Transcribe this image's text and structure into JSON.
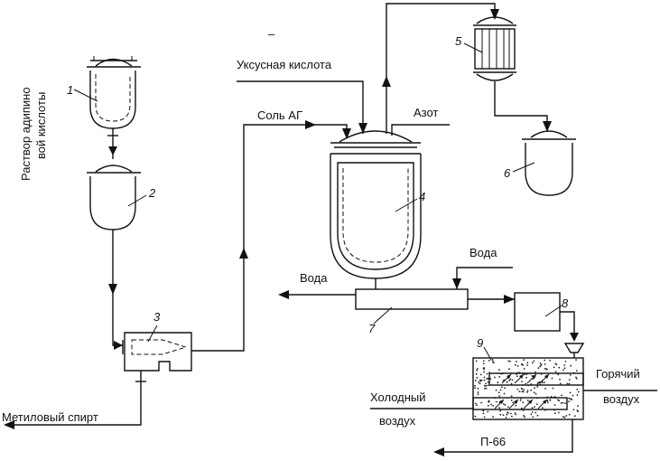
{
  "labels": {
    "adipic_line1": "Раствор адипино",
    "adipic_line2": "вой кислоты",
    "acetic_acid": "Уксусная кислота",
    "salt_ag": "Соль АГ",
    "nitrogen": "Азот",
    "water_in": "Вода",
    "water_out": "Вода",
    "methanol": "Метиловый спирт",
    "hot_air_line1": "Горячий",
    "hot_air_line2": "воздух",
    "cold_air_line1": "Холодный",
    "cold_air_line2": "воздух",
    "product": "П-66",
    "dash_mark": "–"
  },
  "numbers": {
    "n1": "1",
    "n2": "2",
    "n3": "3",
    "n4": "4",
    "n5": "5",
    "n6": "6",
    "n7": "7",
    "n8": "8",
    "n9": "9"
  }
}
